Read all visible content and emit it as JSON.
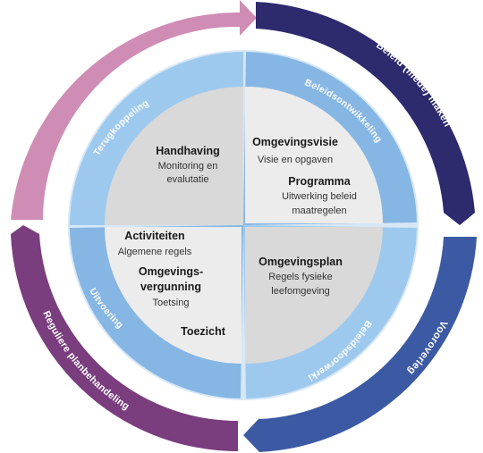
{
  "outer_ring": {
    "beleid_maken": "Beleid (mede) maken",
    "vooroverleg": "Vooroverleg",
    "reguliere": "Reguliere planbehandeling",
    "colors": {
      "pink": "#cf8db5",
      "dark_navy": "#2d2a6e",
      "blue": "#3c59a3",
      "purple": "#7a3d7e"
    }
  },
  "middle_ring": {
    "beleidsontwikkeling": "Beleidsontwikkeling",
    "beleidsdoorwerking": "Beleidsdoorwerking",
    "uitvoering": "Uitvoering",
    "terugkoppeling": "Terugkoppeling",
    "colors": {
      "light": "#9ec9ee",
      "mid": "#86b6e4",
      "ring_bg": "#d7e7f6"
    }
  },
  "quadrants": {
    "top_left": {
      "title": "Handhaving",
      "sub1": "Monitoring en",
      "sub2": "evalutatie"
    },
    "top_right": {
      "title": "Omgevingsvisie",
      "sub": "Visie en opgaven",
      "title2": "Programma",
      "sub2a": "Uitwerking beleid",
      "sub2b": "maatregelen"
    },
    "bottom_right": {
      "title": "Omgevingsplan",
      "sub1": "Regels fysieke",
      "sub2": "leefomgeving"
    },
    "bottom_left": {
      "title": "Activiteiten",
      "sub": "Algemene regels",
      "title2a": "Omgevings-",
      "title2b": "vergunning",
      "sub2": "Toetsing",
      "title3": "Toezicht"
    },
    "colors": {
      "dark": "#d9d9d9",
      "light": "#ececec"
    }
  }
}
